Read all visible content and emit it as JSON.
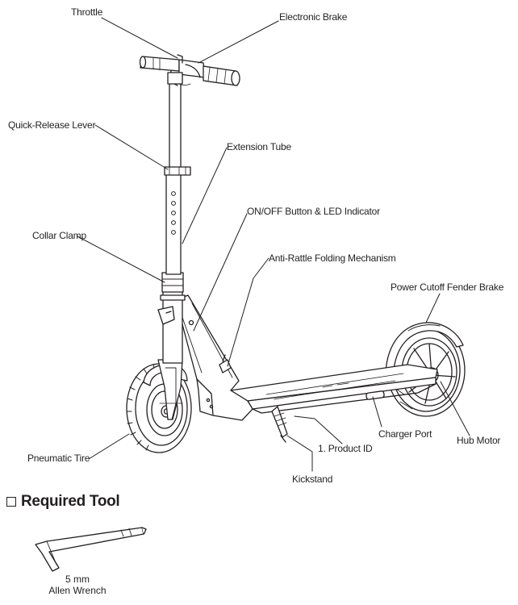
{
  "labels": {
    "throttle": "Throttle",
    "electronic_brake": "Electronic Brake",
    "quick_release_lever": "Quick-Release Lever",
    "extension_tube": "Extension Tube",
    "on_off_button": "ON/OFF Button & LED Indicator",
    "collar_clamp": "Collar Clamp",
    "anti_rattle": "Anti-Rattle Folding Mechanism",
    "power_cutoff_fender_brake": "Power Cutoff Fender Brake",
    "pneumatic_tire": "Pneumatic Tire",
    "product_id": "1. Product ID",
    "charger_port": "Charger Port",
    "hub_motor": "Hub Motor",
    "kickstand": "Kickstand"
  },
  "required_tool": {
    "heading": "Required Tool",
    "tool_size": "5 mm",
    "tool_name": "Allen Wrench"
  },
  "icons": [
    "checkbox-icon",
    "allen-wrench-icon",
    "scooter-illustration"
  ],
  "colors": {
    "line": "#231f20",
    "background": "#ffffff"
  }
}
